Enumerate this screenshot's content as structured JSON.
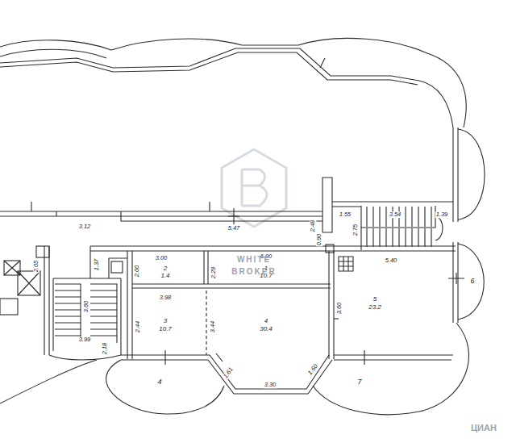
{
  "diagram": {
    "labels": [
      "3.12",
      "5.47",
      "2.48",
      "0.90",
      "1.55",
      "3.54",
      "1.39",
      "2.75",
      "6.00",
      "5.40",
      "3.00",
      "2.05",
      "1.37",
      "2.00",
      "2.29",
      "2",
      "1.4",
      "1",
      "10.7",
      "3.98",
      "3.60",
      "3",
      "10.7",
      "2.44",
      "3.44",
      "4",
      "30.4",
      "3.60",
      "5",
      "23.2",
      "3.99",
      "2.18",
      "1.61",
      "3.30",
      "1.60",
      "4",
      "7",
      "6",
      "WHITE",
      "BROKER",
      "ЦИАН"
    ]
  }
}
